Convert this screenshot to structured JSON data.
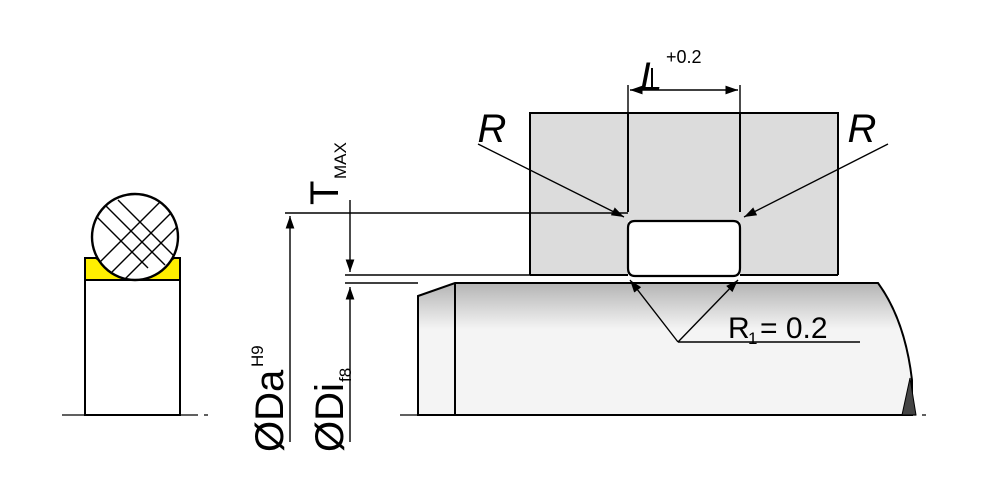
{
  "labels": {
    "r_left": "R",
    "r_right": "R",
    "l_main": "L",
    "l_tol": "+0.2",
    "t_main": "T",
    "t_sub": "MAX",
    "da_main": "ØDa",
    "da_sup": "H9",
    "di_main": "ØDi",
    "di_sub": "f8",
    "r1_main": "R",
    "r1_sub": "1",
    "r1_value": "= 0.2"
  },
  "colors": {
    "housing_fill": "#dcdcdc",
    "shaft_light": "#f4f4f4",
    "shaft_dark": "#b4b4b4",
    "ring_fill": "#ffef00",
    "line": "#000000"
  }
}
